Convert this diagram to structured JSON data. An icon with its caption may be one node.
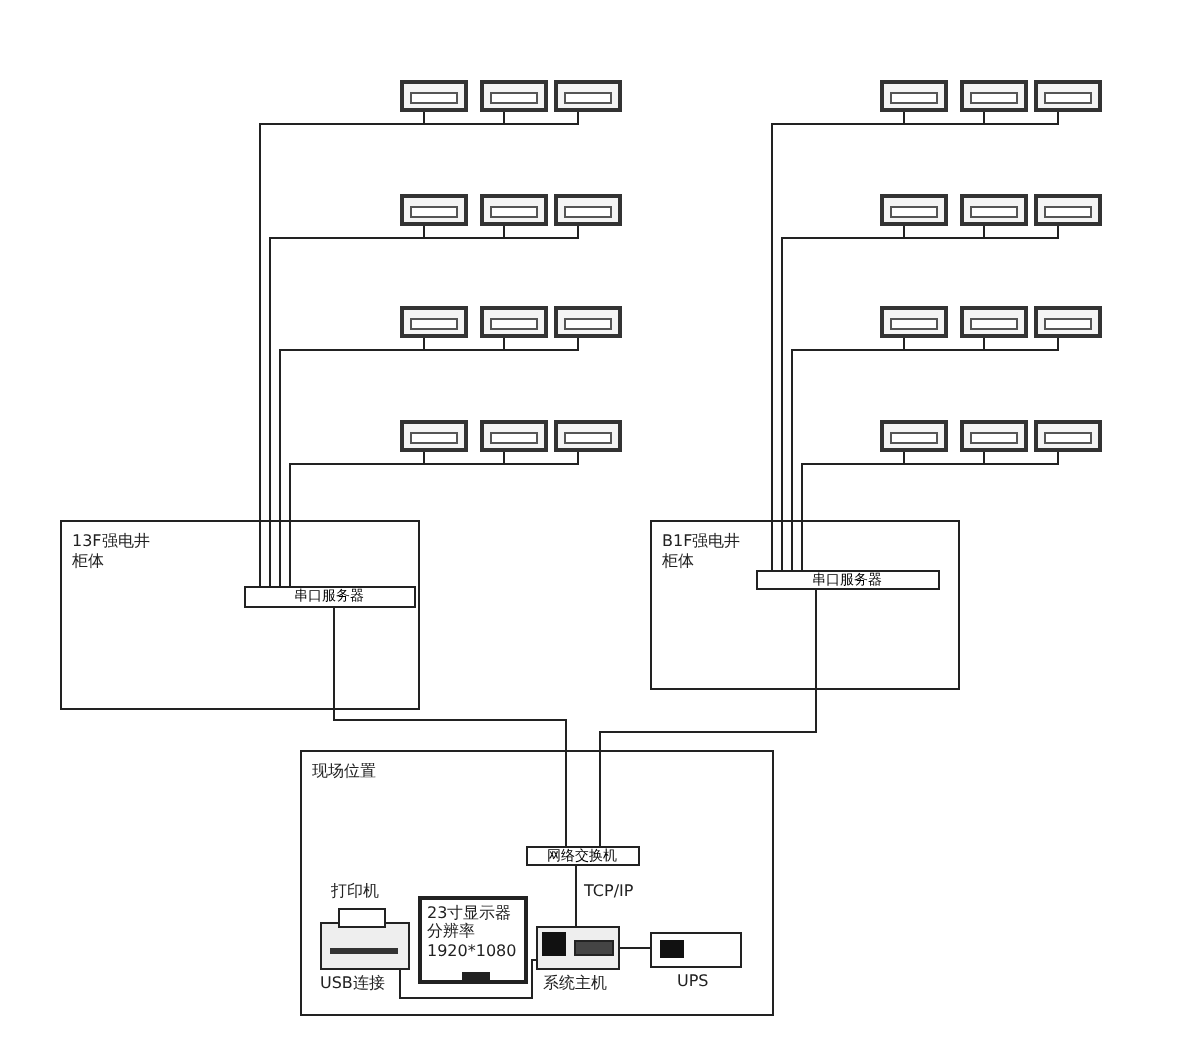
{
  "diagram": {
    "nodes": [
      {
        "text": [
          "13F强电井柜体"
        ]
      },
      {
        "text": [
          "串口服务器"
        ],
        "in": 0
      },
      {
        "text": [
          "B1F强电井柜体"
        ]
      },
      {
        "text": [
          "串口服务器"
        ],
        "in": 2
      },
      {
        "text": [
          "现场位置"
        ]
      },
      {
        "text": [
          "网络交换机"
        ],
        "in": 4
      },
      {
        "text": [
          "系统主机"
        ],
        "in": 4
      },
      {
        "text": [
          "23寸显示器分辨率1920*1080"
        ],
        "in": 4
      },
      {
        "text": [
          "打印机"
        ],
        "in": 4
      },
      {
        "text": [
          "UPS"
        ],
        "in": 4
      },
      {
        "text": [],
        "shape": "box"
      },
      {
        "text": [],
        "shape": "box"
      },
      {
        "text": [],
        "shape": "box"
      },
      {
        "text": [],
        "shape": "box"
      },
      {
        "text": [],
        "shape": "box"
      },
      {
        "text": [],
        "shape": "box"
      },
      {
        "text": [],
        "shape": "box"
      },
      {
        "text": [],
        "shape": "box"
      },
      {
        "text": [],
        "shape": "box"
      },
      {
        "text": [],
        "shape": "box"
      },
      {
        "text": [],
        "shape": "box"
      },
      {
        "text": [],
        "shape": "box"
      },
      {
        "text": [],
        "shape": "box"
      },
      {
        "text": [],
        "shape": "box"
      },
      {
        "text": [],
        "shape": "box"
      },
      {
        "text": [],
        "shape": "box"
      },
      {
        "text": [],
        "shape": "box"
      },
      {
        "text": [],
        "shape": "box"
      },
      {
        "text": [],
        "shape": "box"
      },
      {
        "text": [],
        "shape": "box"
      },
      {
        "text": [],
        "shape": "box"
      },
      {
        "text": [],
        "shape": "box"
      },
      {
        "text": [],
        "shape": "box"
      },
      {
        "text": [],
        "shape": "box"
      }
    ],
    "edges": [
      {
        "from": 1,
        "to": 10,
        "arrow": "none"
      },
      {
        "from": 10,
        "to": 11,
        "arrow": "none"
      },
      {
        "from": 11,
        "to": 12,
        "arrow": "none"
      },
      {
        "from": 1,
        "to": 13,
        "arrow": "none"
      },
      {
        "from": 13,
        "to": 14,
        "arrow": "none"
      },
      {
        "from": 14,
        "to": 15,
        "arrow": "none"
      },
      {
        "from": 1,
        "to": 16,
        "arrow": "none"
      },
      {
        "from": 16,
        "to": 17,
        "arrow": "none"
      },
      {
        "from": 17,
        "to": 18,
        "arrow": "none"
      },
      {
        "from": 1,
        "to": 19,
        "arrow": "none"
      },
      {
        "from": 19,
        "to": 20,
        "arrow": "none"
      },
      {
        "from": 20,
        "to": 21,
        "arrow": "none"
      },
      {
        "from": 3,
        "to": 22,
        "arrow": "none"
      },
      {
        "from": 22,
        "to": 23,
        "arrow": "none"
      },
      {
        "from": 23,
        "to": 24,
        "arrow": "none"
      },
      {
        "from": 3,
        "to": 25,
        "arrow": "none"
      },
      {
        "from": 25,
        "to": 26,
        "arrow": "none"
      },
      {
        "from": 26,
        "to": 27,
        "arrow": "none"
      },
      {
        "from": 3,
        "to": 28,
        "arrow": "none"
      },
      {
        "from": 28,
        "to": 29,
        "arrow": "none"
      },
      {
        "from": 29,
        "to": 30,
        "arrow": "none"
      },
      {
        "from": 3,
        "to": 31,
        "arrow": "none"
      },
      {
        "from": 31,
        "to": 32,
        "arrow": "none"
      },
      {
        "from": 32,
        "to": 33,
        "arrow": "none"
      },
      {
        "from": 1,
        "to": 5,
        "arrow": "none"
      },
      {
        "from": 3,
        "to": 5,
        "arrow": "none"
      },
      {
        "from": 5,
        "to": 6,
        "label": "TCP/IP",
        "arrow": "none"
      },
      {
        "from": 8,
        "to": 6,
        "label": "USB连接",
        "arrow": "none"
      },
      {
        "from": 6,
        "to": 9,
        "arrow": "none"
      }
    ]
  }
}
